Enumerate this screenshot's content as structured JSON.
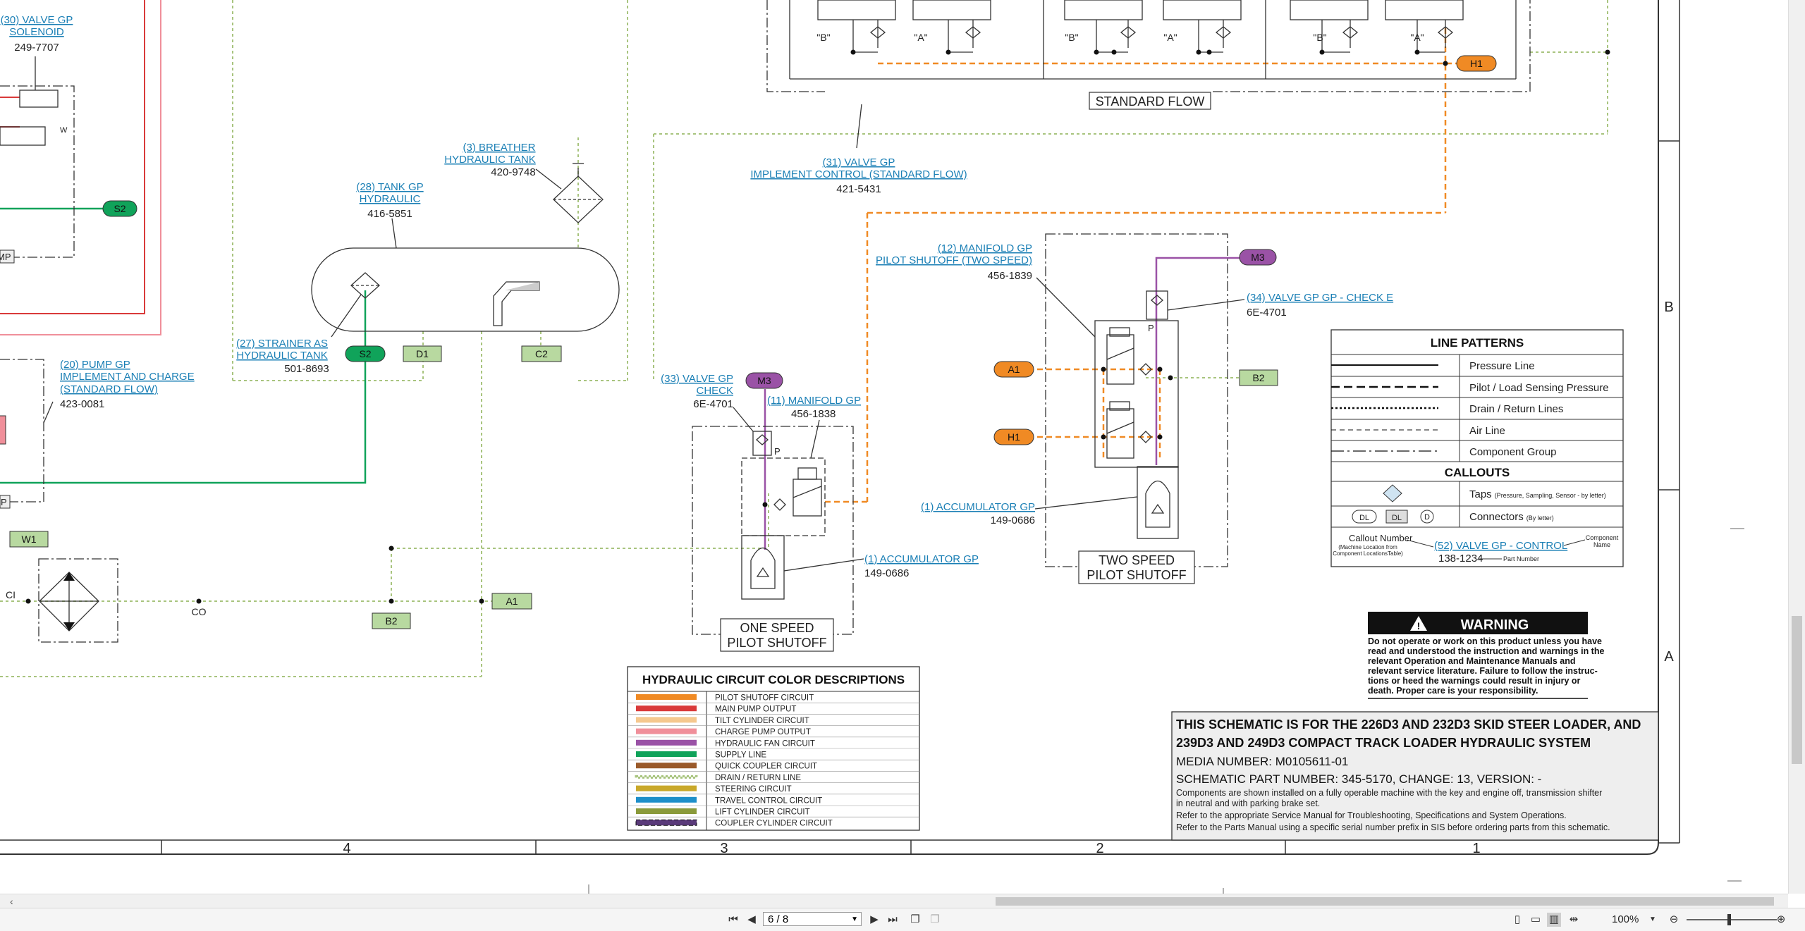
{
  "labels": {
    "valve30": {
      "name": [
        "(30) VALVE GP",
        "SOLENOID"
      ],
      "part": "249-7707"
    },
    "breather": {
      "name": [
        "(3) BREATHER",
        "HYDRAULIC TANK"
      ],
      "part": "420-9748"
    },
    "tank": {
      "name": [
        "(28) TANK GP",
        "HYDRAULIC"
      ],
      "part": "416-5851"
    },
    "strainer": {
      "name": [
        "(27) STRAINER AS",
        "HYDRAULIC TANK"
      ],
      "part": "501-8693"
    },
    "pump": {
      "name": [
        "(20) PUMP GP",
        "IMPLEMENT AND CHARGE",
        "(STANDARD FLOW)"
      ],
      "part": "423-0081"
    },
    "valve31": {
      "name": [
        "(31) VALVE GP",
        "IMPLEMENT CONTROL (STANDARD FLOW)"
      ],
      "part": "421-5431"
    },
    "manifold12": {
      "name": [
        "(12) MANIFOLD GP",
        "PILOT SHUTOFF (TWO SPEED)"
      ],
      "part": "456-1839"
    },
    "check34": {
      "name": [
        "(34) VALVE GP GP - CHECK E"
      ],
      "part": "6E-4701"
    },
    "check33": {
      "name": [
        "(33) VALVE GP",
        "CHECK"
      ],
      "part": "6E-4701"
    },
    "manifold11": {
      "name": [
        "(11) MANIFOLD GP"
      ],
      "part": "456-1838"
    },
    "acc1a": {
      "name": [
        "(1) ACCUMULATOR GP"
      ],
      "part": "149-0686"
    },
    "acc1b": {
      "name": [
        "(1) ACCUMULATOR GP"
      ],
      "part": "149-0686"
    }
  },
  "connectors": [
    "S2",
    "S2",
    "D1",
    "C2",
    "M3",
    "M3",
    "A1",
    "H1",
    "H1",
    "B2",
    "B2",
    "A1",
    "W1",
    "P",
    "MP"
  ],
  "group_labels": {
    "standard_flow": "STANDARD FLOW",
    "one_speed": [
      "ONE SPEED",
      "PILOT SHUTOFF"
    ],
    "two_speed": [
      "TWO SPEED",
      "PILOT SHUTOFF"
    ],
    "port_b": "\"B\"",
    "port_a": "\"A\"",
    "co": "CO",
    "ci": "CI",
    "p": "P",
    "w": "W"
  },
  "legend": {
    "title": "LINE PATTERNS",
    "rows": [
      "Pressure Line",
      "Pilot / Load Sensing Pressure",
      "Drain / Return Lines",
      "Air Line",
      "Component Group"
    ],
    "callouts_title": "CALLOUTS",
    "taps": "Taps",
    "taps_note": "(Pressure, Sampling, Sensor - by letter)",
    "connectors": "Connectors",
    "connectors_note": "(By letter)",
    "dl": "DL",
    "d": "D",
    "callout_number": "Callout Number",
    "callout_note": [
      "(Machine Location from",
      "Component LocationsTable)"
    ],
    "example_name": "(52) VALVE GP - CONTROL",
    "example_part": "138-1234",
    "component_name": [
      "Component",
      "Name"
    ],
    "part_number": "Part Number"
  },
  "warning": {
    "title": "WARNING",
    "lines": [
      "Do not operate or work on this product unless you have",
      "read and understood the instruction and warnings in the",
      "relevant Operation and Maintenance Manuals and",
      "relevant service literature. Failure to follow the instruc-",
      "tions or heed the warnings could result in injury or",
      "death. Proper care is your responsibility."
    ]
  },
  "colors_table": {
    "title": "HYDRAULIC CIRCUIT COLOR DESCRIPTIONS",
    "rows": [
      {
        "label": "PILOT SHUTOFF CIRCUIT",
        "color": "#f08a24"
      },
      {
        "label": "MAIN PUMP OUTPUT",
        "color": "#d93a3a"
      },
      {
        "label": "TILT CYLINDER CIRCUIT",
        "color": "#f5c88e"
      },
      {
        "label": "CHARGE PUMP OUTPUT",
        "color": "#f08f9a"
      },
      {
        "label": "HYDRAULIC FAN CIRCUIT",
        "color": "#9a52a6"
      },
      {
        "label": "SUPPLY LINE",
        "color": "#10a35a"
      },
      {
        "label": "QUICK COUPLER CIRCUIT",
        "color": "#9a5a2a"
      },
      {
        "label": "DRAIN / RETURN LINE",
        "color": "#a8c47e"
      },
      {
        "label": "STEERING CIRCUIT",
        "color": "#c9a82a"
      },
      {
        "label": "TRAVEL CONTROL CIRCUIT",
        "color": "#1e8fc9"
      },
      {
        "label": "LIFT CYLINDER CIRCUIT",
        "color": "#8a9a3a"
      },
      {
        "label": "COUPLER CYLINDER CIRCUIT",
        "color": "#5a3a7a"
      }
    ]
  },
  "title_block": {
    "line1": "THIS SCHEMATIC IS FOR THE 226D3 AND 232D3 SKID STEER LOADER, AND",
    "line2": "239D3 AND 249D3 COMPACT TRACK LOADER HYDRAULIC SYSTEM",
    "media": "MEDIA NUMBER: M0105611-01",
    "part": "SCHEMATIC PART NUMBER: 345-5170, CHANGE: 13, VERSION: -",
    "notes": [
      "Components are shown installed on a fully operable machine with the key and engine off, transmission shifter",
      "in neutral and with parking brake set.",
      "Refer to the appropriate Service Manual for Troubleshooting, Specifications and System Operations.",
      "Refer to the Parts Manual using a specific serial number prefix in SIS before ordering parts from this schematic."
    ]
  },
  "zones": {
    "columns": [
      "4",
      "3",
      "2",
      "1"
    ],
    "rows": [
      "B",
      "A"
    ]
  },
  "toolbar": {
    "page": "6 / 8",
    "zoom": "100%"
  },
  "line_colors": {
    "pilot": "#f08a24",
    "main": "#d93a3a",
    "charge": "#f08f9a",
    "fan": "#9a52a6",
    "supply": "#10a35a",
    "drain": "#a8c47e"
  }
}
